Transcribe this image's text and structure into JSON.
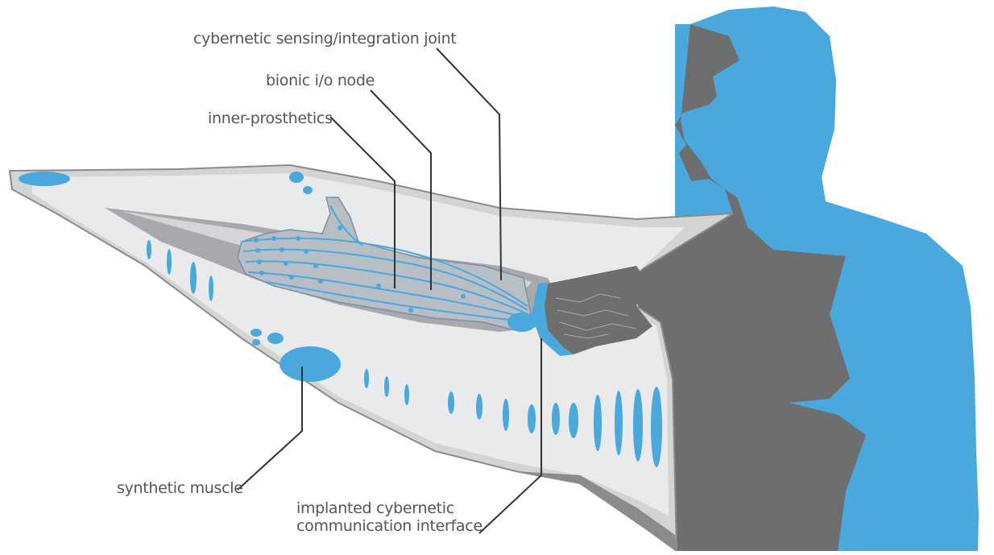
{
  "labels": {
    "joint": "cybernetic sensing/integration joint",
    "node": "bionic i/o node",
    "inner": "inner-prosthetics",
    "muscle": "synthetic muscle",
    "interface_line1": "implanted cybernetic",
    "interface_line2": "communication interface"
  },
  "colors": {
    "blue": "#4aa8dc",
    "dark_gray": "#6d6e70",
    "light_gray": "#e2e3e5",
    "mid_gray": "#bcbec0",
    "line": "#333333"
  }
}
